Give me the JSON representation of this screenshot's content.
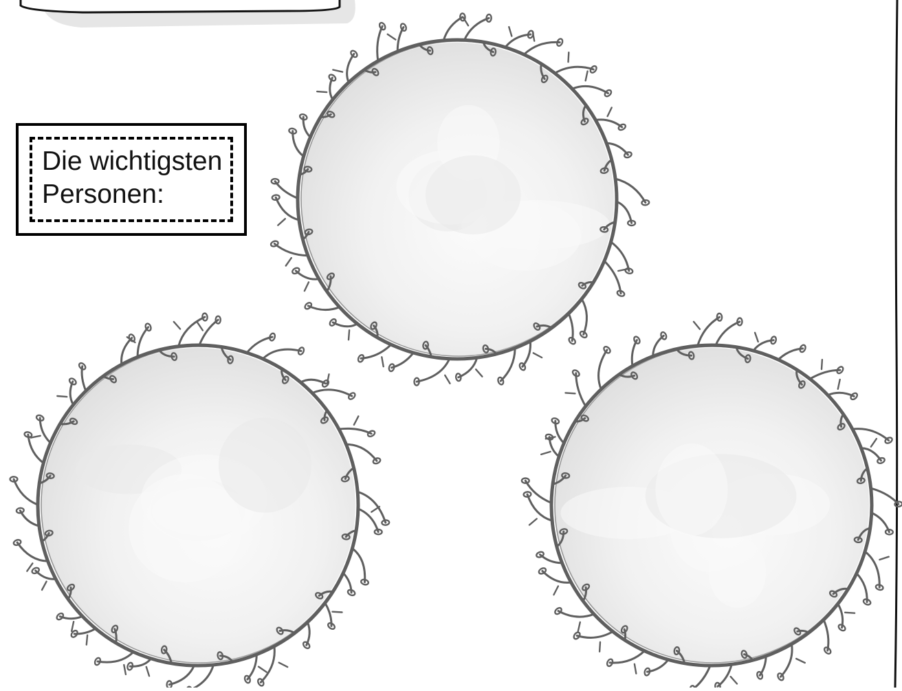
{
  "label": {
    "line1": "Die wichtigsten",
    "line2": "Personen:"
  },
  "wreaths": [
    {
      "id": "top",
      "seed": 7
    },
    {
      "id": "bottom-left",
      "seed": 13
    },
    {
      "id": "bottom-right",
      "seed": 21
    }
  ],
  "colors": {
    "ink": "#000000",
    "wreath": "#5f5f5f",
    "fill_light": "#f7f7f7",
    "fill_mid": "#e6e6e6",
    "paper_shadow": "#e4e4e4"
  },
  "icons": [
    "wreath-frame-icon",
    "paper-note-icon"
  ]
}
